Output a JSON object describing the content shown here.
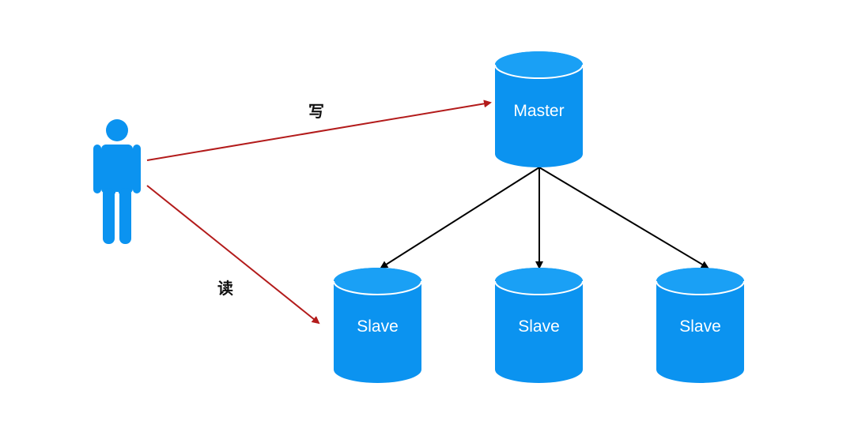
{
  "colors": {
    "db_fill": "#0b93f0",
    "db_top": "#1aa0f5",
    "person_fill": "#0b93f0",
    "user_arrow": "#b31b1b",
    "replication_arrow": "#000000",
    "background": "#ffffff"
  },
  "diagram": {
    "actor": {
      "icon": "person-icon"
    },
    "master": {
      "label": "Master"
    },
    "slaves": [
      {
        "label": "Slave"
      },
      {
        "label": "Slave"
      },
      {
        "label": "Slave"
      }
    ],
    "edges": {
      "write": {
        "label": "写",
        "from": "actor",
        "to": "master"
      },
      "read": {
        "label": "读",
        "from": "actor",
        "to": "slave-1"
      },
      "replication": [
        {
          "from": "master",
          "to": "slave-1"
        },
        {
          "from": "master",
          "to": "slave-2"
        },
        {
          "from": "master",
          "to": "slave-3"
        }
      ]
    }
  }
}
